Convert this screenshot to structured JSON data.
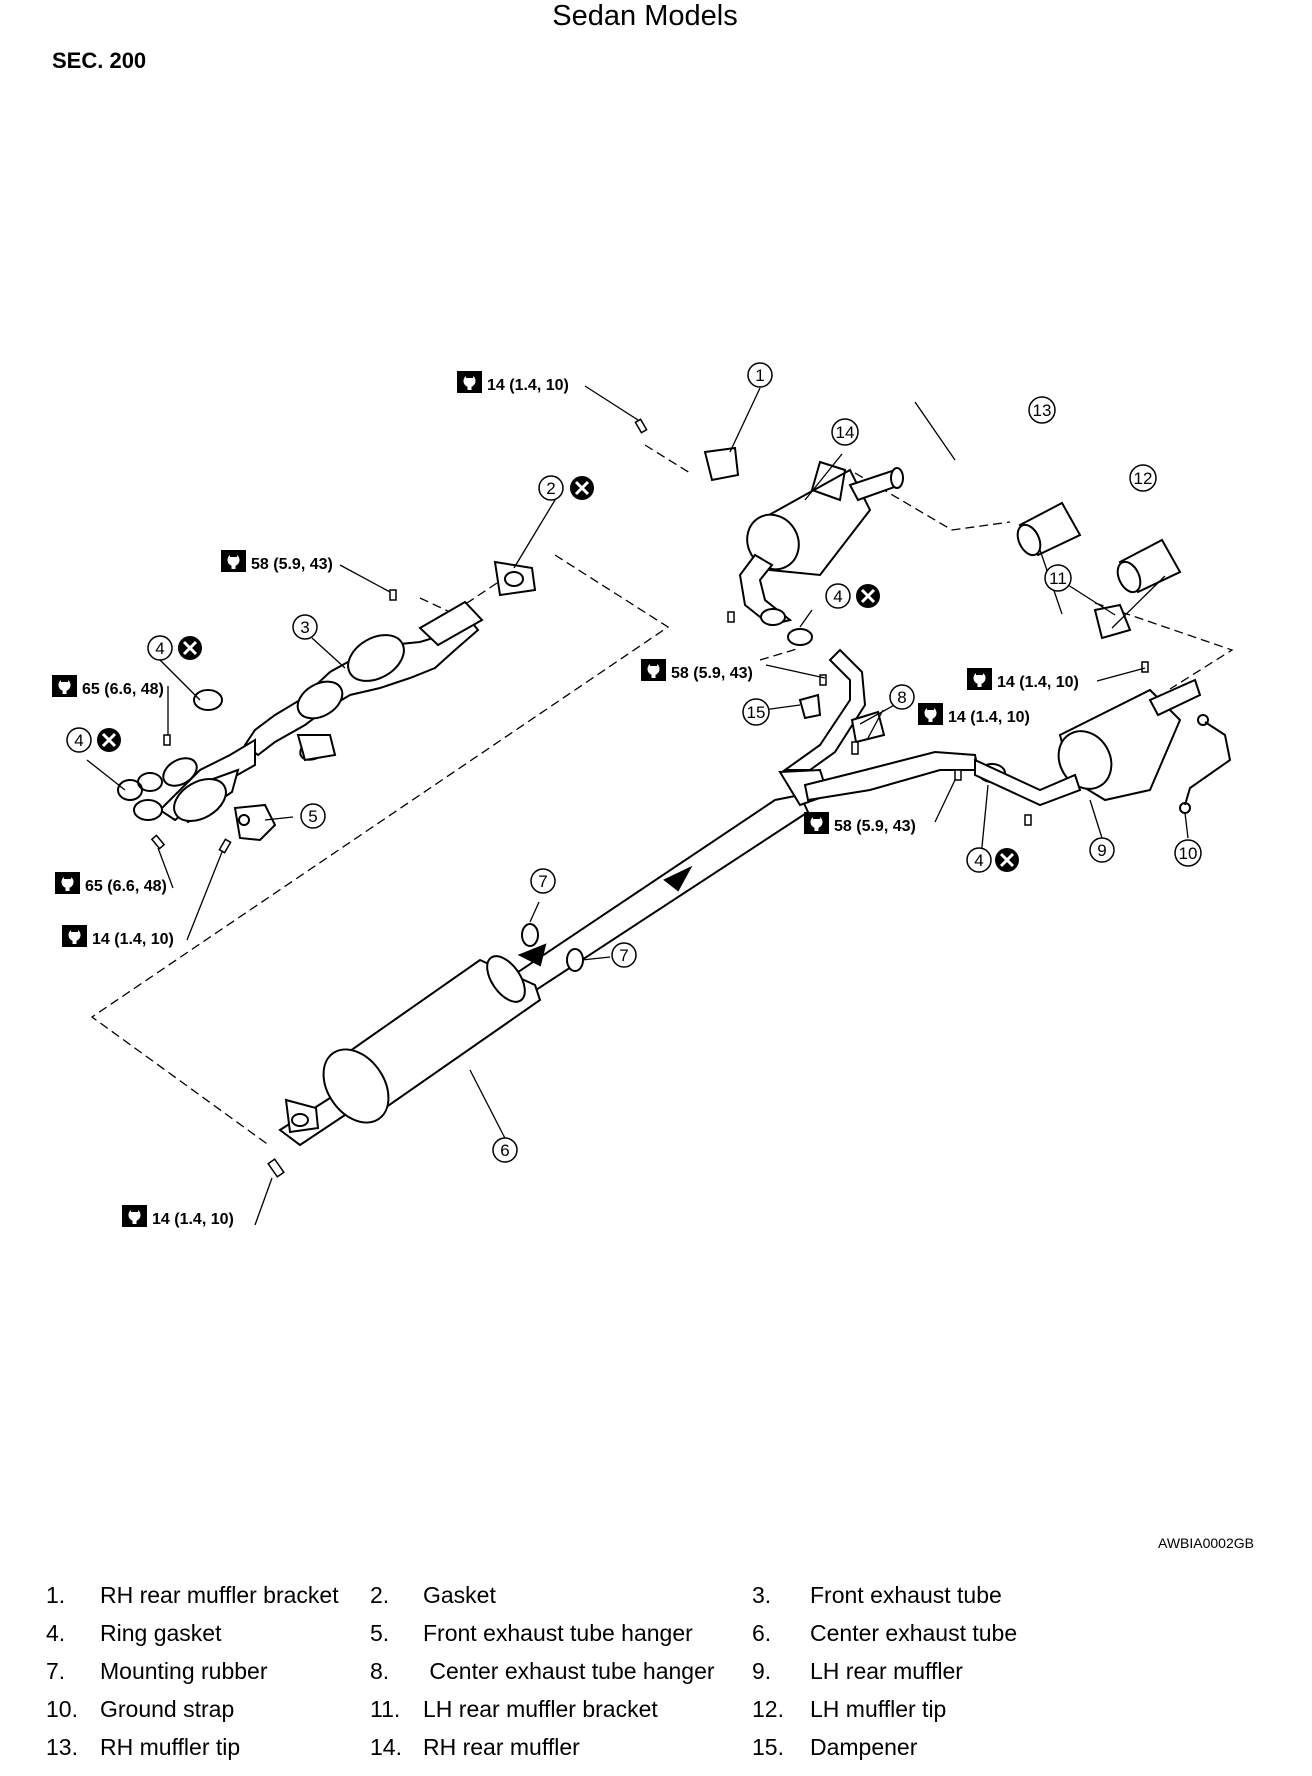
{
  "header": {
    "title": "Sedan Models",
    "section": "SEC. 200",
    "figure_id": "AWBIA0002GB"
  },
  "torque_labels": [
    "14 (1.4, 10)",
    "58 (5.9, 43)",
    "65 (6.6, 48)"
  ],
  "callouts": [
    "1",
    "2",
    "3",
    "4",
    "5",
    "6",
    "7",
    "8",
    "9",
    "10",
    "11",
    "12",
    "13",
    "14",
    "15"
  ],
  "legend": [
    [
      {
        "num": "1.",
        "label": "RH rear muffler bracket"
      },
      {
        "num": "2.",
        "label": "Gasket"
      },
      {
        "num": "3.",
        "label": "Front exhaust tube"
      }
    ],
    [
      {
        "num": "4.",
        "label": "Ring gasket"
      },
      {
        "num": "5.",
        "label": "Front exhaust tube hanger"
      },
      {
        "num": "6.",
        "label": "Center exhaust tube"
      }
    ],
    [
      {
        "num": "7.",
        "label": "Mounting rubber"
      },
      {
        "num": "8.",
        "label": " Center exhaust tube hanger"
      },
      {
        "num": "9.",
        "label": "LH rear muffler"
      }
    ],
    [
      {
        "num": "10.",
        "label": "Ground strap"
      },
      {
        "num": "11.",
        "label": "LH rear muffler bracket"
      },
      {
        "num": "12.",
        "label": "LH muffler tip"
      }
    ],
    [
      {
        "num": "13.",
        "label": "RH muffler tip"
      },
      {
        "num": "14.",
        "label": "RH rear muffler"
      },
      {
        "num": "15.",
        "label": "Dampener"
      }
    ]
  ]
}
